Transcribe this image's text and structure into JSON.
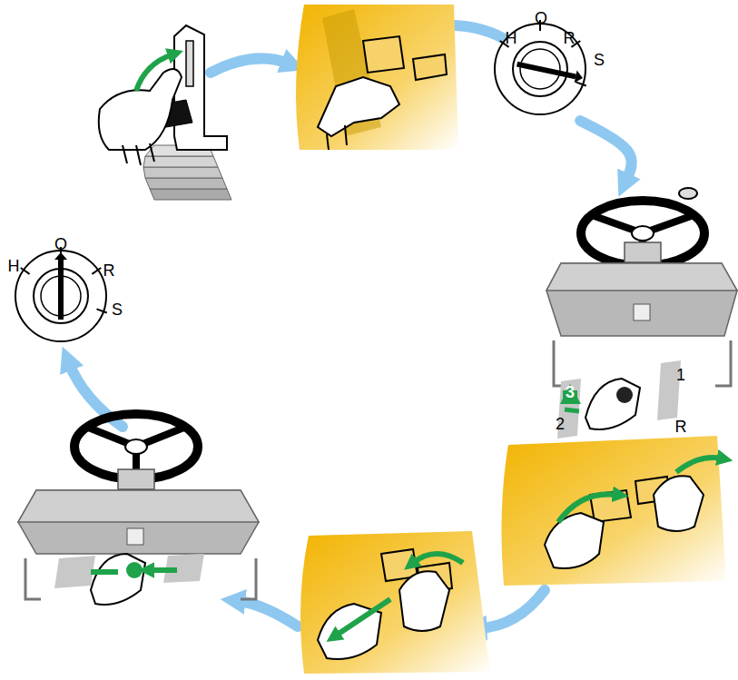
{
  "diagram": {
    "nodes": [
      {
        "text": [
          "O",
          "H",
          "R",
          "S"
        ]
      },
      {
        "text": [
          "3",
          "1",
          "2",
          "R"
        ]
      },
      {
        "text": [
          "O",
          "H",
          "R",
          "S"
        ]
      }
    ],
    "edges": [
      {
        "from": 0,
        "to": 1,
        "arrow": "to"
      }
    ]
  }
}
